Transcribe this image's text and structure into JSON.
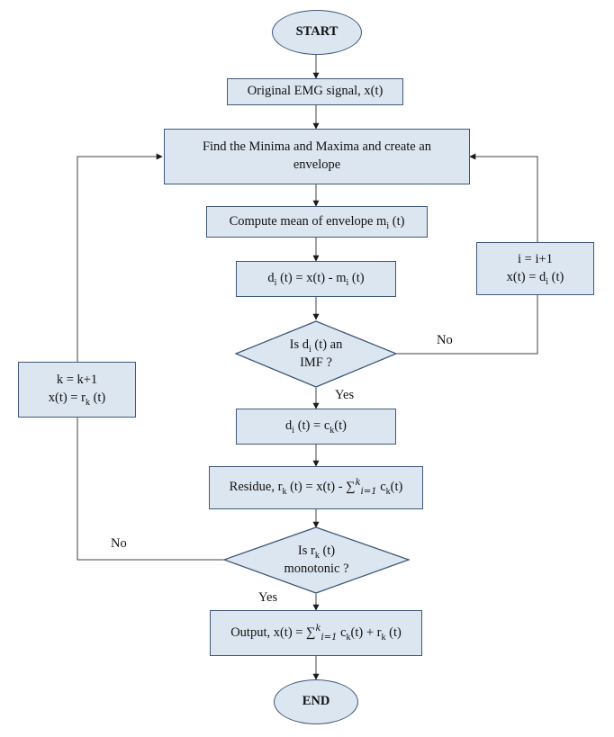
{
  "nodes": {
    "start": "START",
    "emg": "Original EMG signal, x(t)",
    "find_line1": "Find the Minima and Maxima and create an",
    "find_line2": "envelope",
    "mean": {
      "pre": "Compute mean of envelope m",
      "sub": "i",
      "post": " (t)"
    },
    "di": {
      "a": "d",
      "a_sub": "i",
      "b": " (t) =  x(t) - m",
      "b_sub": "i",
      "c": " (t)"
    },
    "imf_q": {
      "l1_a": "Is d",
      "l1_sub": "i",
      "l1_b": " (t) an",
      "l2": "IMF ?"
    },
    "dc": {
      "a": "d",
      "a_sub": "i",
      "b": " (t) = c",
      "b_sub": "k",
      "c": "(t)"
    },
    "residue": {
      "a": "Residue, r",
      "a_sub": "k",
      "b": " (t) =  x(t) - ",
      "sum": "∑",
      "sum_sub": "i=1",
      "sum_sup": "k",
      "c": " c",
      "c_sub": "k",
      "d": "(t)"
    },
    "mono_q": {
      "l1_a": "Is r",
      "l1_sub": "k",
      "l1_b": " (t)",
      "l2": "monotonic ?"
    },
    "output": {
      "a": "Output, x(t) = ",
      "sum": "∑",
      "sum_sub": "i=1",
      "sum_sup": "k",
      "b": " c",
      "b_sub": "k",
      "c": "(t) + r",
      "c_sub": "k",
      "d": " (t)"
    },
    "end": "END",
    "i_update": {
      "l1": "i = i+1",
      "l2_a": "x(t) = d",
      "l2_sub": "i",
      "l2_b": " (t)"
    },
    "k_update": {
      "l1": "k = k+1",
      "l2_a": "x(t) = r",
      "l2_sub": "k",
      "l2_b": " (t)"
    }
  },
  "edge_labels": {
    "no_imf": "No",
    "yes_imf": "Yes",
    "no_mono": "No",
    "yes_mono": "Yes"
  },
  "colors": {
    "fill": "#dce6f1",
    "stroke": "#41597a",
    "line": "#404040"
  }
}
